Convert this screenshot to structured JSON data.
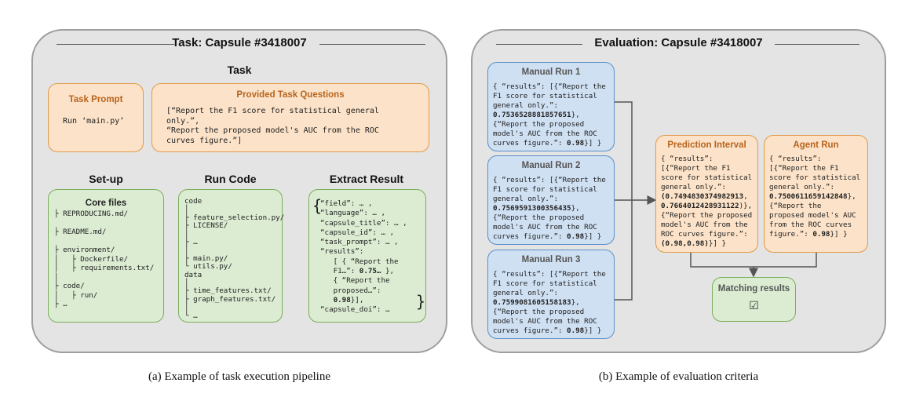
{
  "left": {
    "title": "Task: Capsule #3418007",
    "section": "Task",
    "task_prompt": {
      "title": "Task Prompt",
      "text": "Run ‘main.py’"
    },
    "questions": {
      "title": "Provided Task Questions",
      "lines": [
        "[“Report the F1 score for statistical general",
        "only.”,",
        "“Report the proposed model's AUC from the ROC",
        "curves figure.”]"
      ]
    },
    "setup": {
      "heading": "Set-up",
      "box_title": "Core files",
      "lines": [
        "├ REPRODUCING.md/",
        "",
        "├ README.md/",
        "",
        "├ environment/",
        "│   ├ Dockerfile/",
        "│   ├ requirements.txt/",
        "│",
        "├ code/",
        "│   ├ run/",
        "├ …"
      ]
    },
    "runcode": {
      "heading": "Run Code",
      "lines": [
        "code",
        "│",
        "├ feature_selection.py/",
        "├ LICENSE/",
        "│",
        "├ …",
        "│",
        "├ main.py/",
        "└ utils.py/",
        "data",
        "│",
        "├ time_features.txt/",
        "├ graph_features.txt/",
        "│",
        "└ …"
      ]
    },
    "extract": {
      "heading": "Extract Result",
      "lines": [
        "“field”: … ,",
        "“language”: … ,",
        "“capsule_title”: … ,",
        "“capsule_id”: … ,",
        "“task_prompt”: … ,",
        "“results”:",
        "   [ { “Report the",
        "   F1…”: 0.75… },",
        "   { “Report the",
        "   proposed…”:",
        "   0.98}],",
        "“capsule_doi”: …"
      ]
    },
    "caption": "(a) Example of task execution pipeline"
  },
  "right": {
    "title": "Evaluation: Capsule #3418007",
    "runs": [
      {
        "title": "Manual Run 1",
        "lines": [
          "{ “results”: [{“Report the",
          "F1 score for statistical",
          "general only.”:",
          "0.7536528881857651},",
          "{“Report the proposed",
          "model's AUC from the ROC",
          "curves figure.”: 0.98}] }"
        ]
      },
      {
        "title": "Manual Run 2",
        "lines": [
          "{ “results”: [{“Report the",
          "F1 score for statistical",
          "general only.”:",
          "0.7569591300356435},",
          "{“Report the proposed",
          "model's AUC from the ROC",
          "curves figure.”: 0.98}] }"
        ]
      },
      {
        "title": "Manual Run 3",
        "lines": [
          "{ “results”: [{“Report the",
          "F1 score for statistical",
          "general only.”:",
          "0.7599081605158183},",
          "{“Report the proposed",
          "model's AUC from the ROC",
          "curves figure.”: 0.98}] }"
        ]
      }
    ],
    "prediction": {
      "title": "Prediction Interval",
      "lines": [
        "{ “results”:",
        "[{“Report the F1",
        "score for statistical",
        "general only.”:",
        "(0.7494830374982913,",
        "0.7664012428931122)},",
        "{“Report the proposed",
        "model's AUC from the",
        "ROC curves figure.”:",
        "(0.98,0.98)}] }"
      ]
    },
    "agent": {
      "title": "Agent Run",
      "lines": [
        "{ “results”:",
        "[{“Report the F1",
        "score for statistical",
        "general only.”:",
        "0.7500611659142848},",
        "{“Report the",
        "proposed model's AUC",
        "from the ROC curves",
        "figure.”: 0.98}] }"
      ]
    },
    "matching": {
      "title": "Matching results",
      "check": "☑"
    },
    "caption": "(b) Example of evaluation criteria"
  }
}
